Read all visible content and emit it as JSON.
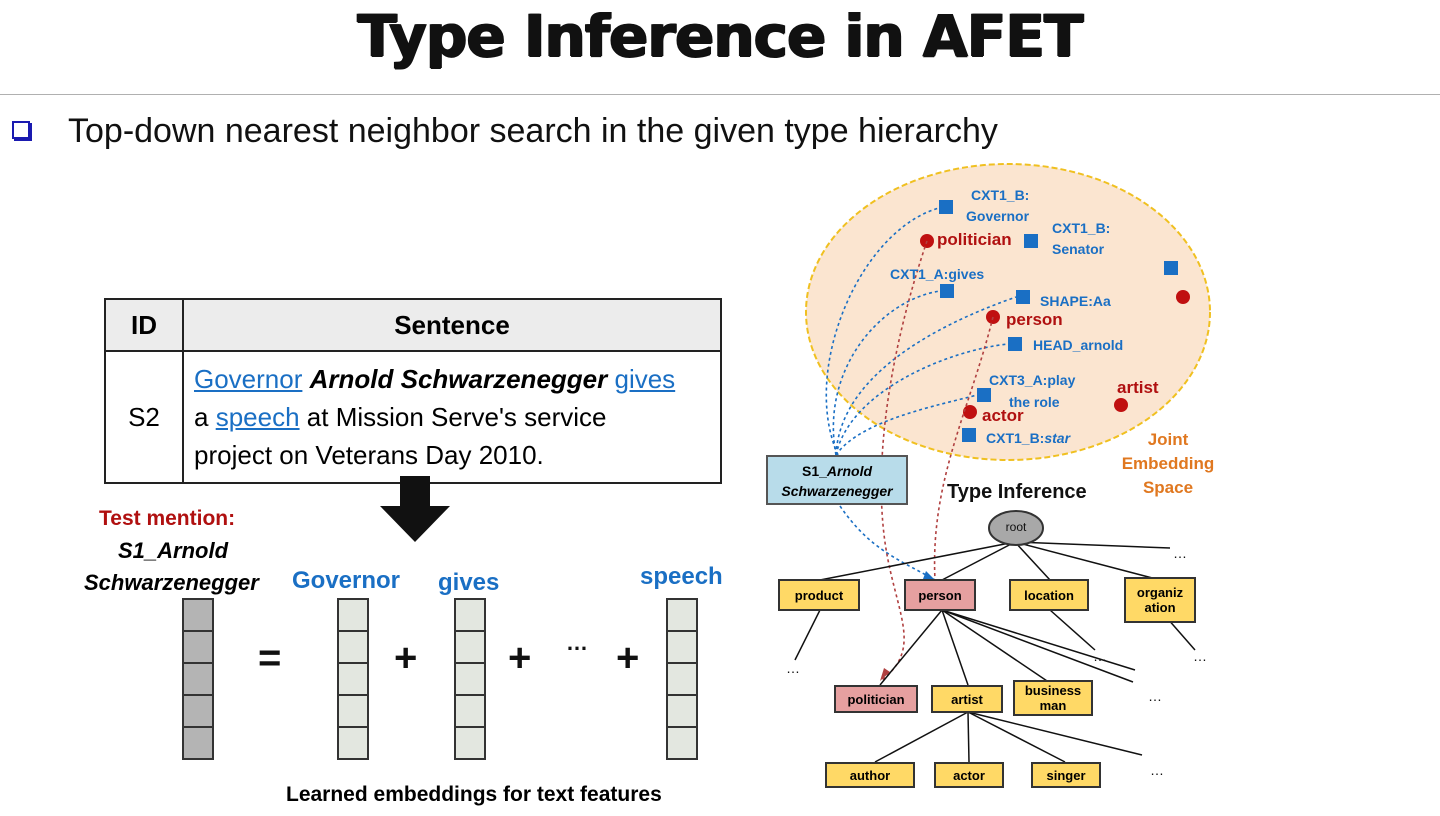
{
  "title": "Type Inference in AFET",
  "bullet": "Top-down nearest neighbor search in the given type hierarchy",
  "table": {
    "headers": [
      "ID",
      "Sentence"
    ],
    "row": {
      "id": "S2",
      "w_governor": "Governor",
      "w_arnold": "Arnold Schwarzenegger",
      "w_gives": "gives",
      "w_a": "a",
      "w_speech": "speech",
      "w_rest1": "at Mission Serve's service",
      "w_rest2": "project on Veterans Day 2010."
    }
  },
  "test_mention": {
    "label": "Test mention:",
    "line1": "S1_Arnold",
    "line2": "Schwarzenegger"
  },
  "features": {
    "governor": "Governor",
    "gives": "gives",
    "speech": "speech"
  },
  "ops": {
    "equals": "=",
    "plus": "+",
    "ellipsis": "…"
  },
  "embeddings_caption": "Learned embeddings for text features",
  "embedding_space": {
    "label_lines": [
      "Joint",
      "Embedding",
      "Space"
    ],
    "features": {
      "cxt1_b_gov_1": "CXT1_B:",
      "cxt1_b_gov_2": "Governor",
      "cxt1_b_sen_1": "CXT1_B:",
      "cxt1_b_sen_2": "Senator",
      "cxt1_a_gives": "CXT1_A:gives",
      "shape": "SHAPE:Aa",
      "head": "HEAD_arnold",
      "cxt3_1": "CXT3_A:play",
      "cxt3_2": "the role",
      "cxt1_b_star_1": "CXT1_B:",
      "cxt1_b_star_2": "star"
    },
    "types": {
      "politician": "politician",
      "person": "person",
      "actor": "actor",
      "artist": "artist"
    }
  },
  "mention_box": {
    "line1": "S1_",
    "line1b": "Arnold",
    "line2": "Schwarzenegger"
  },
  "type_inference_label": "Type Inference",
  "hierarchy": {
    "root": "root",
    "product": "product",
    "person": "person",
    "location": "location",
    "organization_1": "organiz",
    "organization_2": "ation",
    "politician": "politician",
    "artist": "artist",
    "business_1": "business",
    "business_2": "man",
    "author": "author",
    "actor": "actor",
    "singer": "singer",
    "ellipsis": "…"
  },
  "colors": {
    "feature_blue": "#1a6fc4",
    "type_red": "#b01010",
    "space_fill": "#fbe5d0",
    "space_border": "#f0c020",
    "space_label": "#e07820",
    "node_yellow": "#ffd966",
    "node_pink": "#e6a0a0",
    "mention_fill": "#b8dcea"
  }
}
